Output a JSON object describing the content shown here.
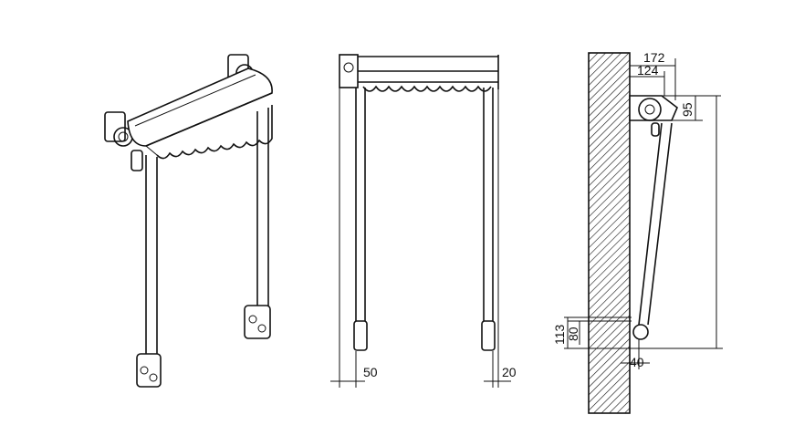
{
  "views": {
    "front": {
      "dimensions": {
        "left_offset": "50",
        "right_offset": "20"
      }
    },
    "side": {
      "dimensions": {
        "depth_overall": "172",
        "depth_roller": "124",
        "cassette_height": "95",
        "bracket_height": "113",
        "bracket_inner": "80",
        "arm_offset": "40"
      }
    }
  }
}
